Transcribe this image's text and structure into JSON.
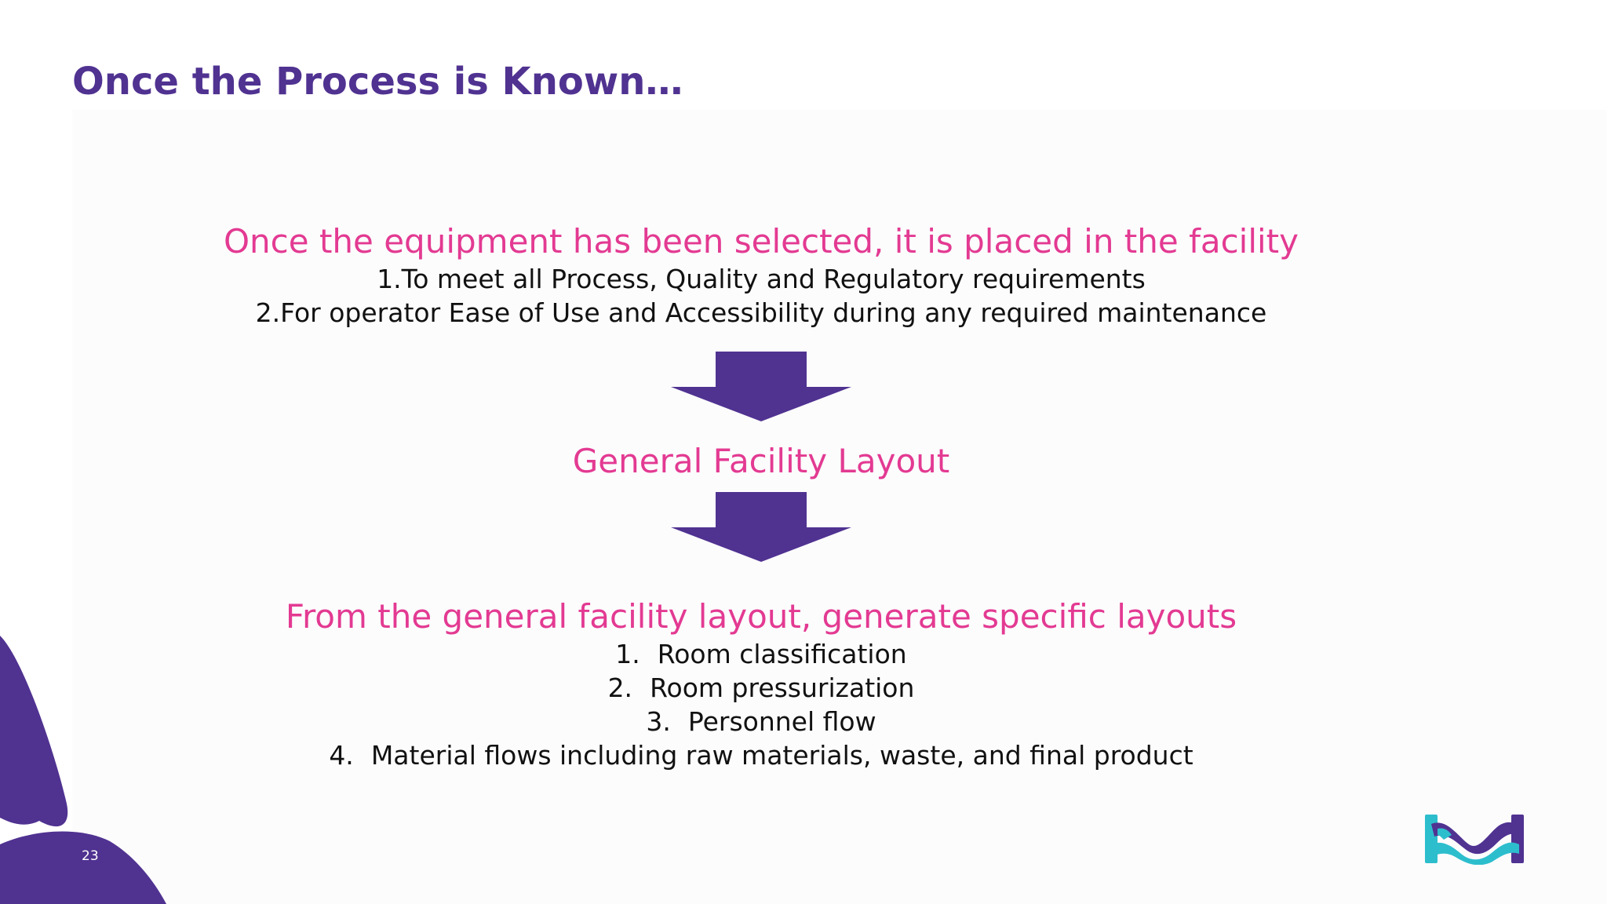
{
  "slide": {
    "title": "Once the Process is Known…",
    "page_number": "23"
  },
  "section1": {
    "heading": "Once the equipment has been selected, it is placed in the facility",
    "items": [
      "1.To meet all Process, Quality and Regulatory requirements",
      "2.For operator Ease of Use and Accessibility during any required maintenance"
    ]
  },
  "section2": {
    "heading": "General Facility Layout"
  },
  "section3": {
    "heading": "From the general facility layout, generate specific layouts",
    "items": [
      {
        "num": "1.",
        "text": "Room classification"
      },
      {
        "num": "2.",
        "text": "Room pressurization"
      },
      {
        "num": "3.",
        "text": "Personnel flow"
      },
      {
        "num": "4.",
        "text": "Material flows including raw materials, waste, and final product"
      }
    ]
  },
  "colors": {
    "title_purple": "#503291",
    "accent_pink": "#e33a92",
    "arrow_purple": "#503291",
    "logo_teal": "#2dbecd",
    "body_text": "#111111"
  },
  "icons": {
    "arrow": "down-arrow-icon",
    "logo": "brand-logo-icon",
    "decoration": "purple-wave-decoration"
  }
}
